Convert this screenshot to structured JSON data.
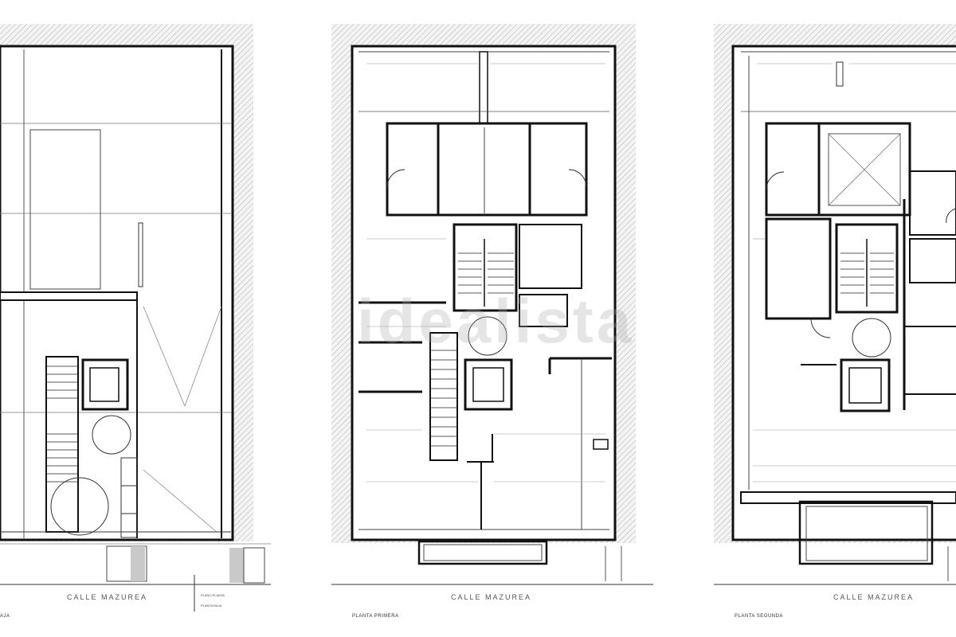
{
  "watermark": "idealista",
  "street_label": "CALLE MAZUREA",
  "plans": [
    {
      "title": "AJA",
      "street": "CALLE MAZUREA",
      "note_a": "PLANO PLANTA",
      "note_b": "PLANTA BAJA"
    },
    {
      "title": "PLANTA PRIMERA",
      "street": "CALLE MAZUREA"
    },
    {
      "title": "PLANTA SEGUNDA",
      "street": "CALLE MAZUREA"
    }
  ],
  "colors": {
    "line": "#1a1a1a",
    "hatch": "#bdbdbd",
    "thin": "#6a6a6a"
  }
}
